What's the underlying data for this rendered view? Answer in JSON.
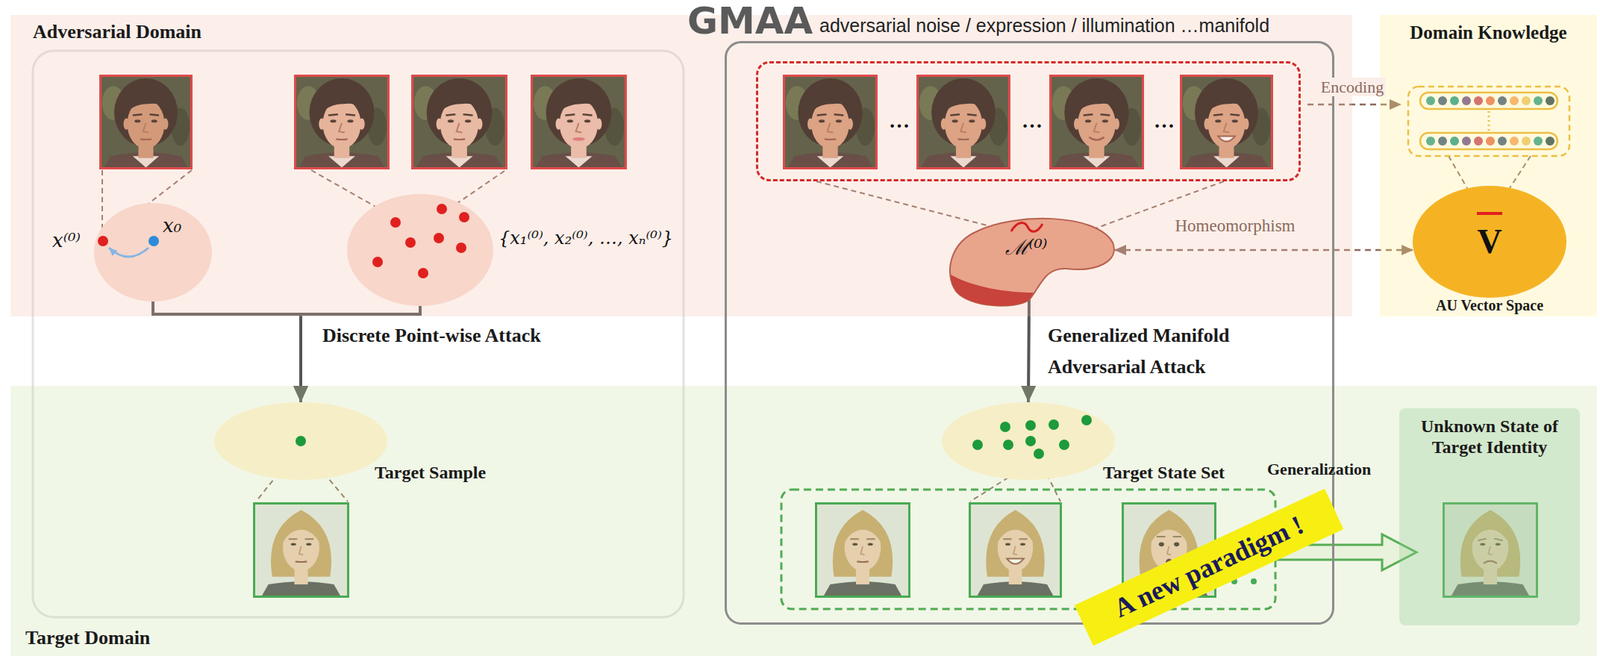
{
  "diagram": {
    "nodes": [
      {
        "text": [
          "Adversarial Domain"
        ]
      },
      {
        "text": [
          "Target Domain"
        ]
      },
      {
        "text": [
          "Domain Knowledge"
        ]
      },
      {
        "text": [
          "GMAA",
          "adversarial noise / expression / illumination …manifold"
        ]
      },
      {
        "text": [
          "x⁽⁰⁾",
          "x₀"
        ],
        "in": 0
      },
      {
        "text": [
          "{x₁⁽⁰⁾, x₂⁽⁰⁾, …, xₙ⁽⁰⁾}"
        ],
        "in": 0
      },
      {
        "text": [
          "Target Sample"
        ],
        "in": 1
      },
      {
        "text": [
          "…",
          "…",
          "…"
        ],
        "in": 3
      },
      {
        "text": [
          "ℳ⁽⁰⁾"
        ],
        "in": 3
      },
      {
        "text": [
          "Target State Set"
        ],
        "in": 3
      },
      {
        "text": [
          "V",
          "AU Vector Space"
        ],
        "in": 2
      },
      {
        "text": [
          "Unknown State of Target Identity"
        ],
        "in": 1
      },
      {
        "text": [
          "A new paradigm !"
        ]
      }
    ],
    "edges": [
      {
        "from": 4,
        "to": 6,
        "arrow": "to",
        "label": "Discrete Point-wise Attack"
      },
      {
        "from": 5,
        "to": 6,
        "arrow": "to"
      },
      {
        "from": 7,
        "to": 8,
        "arrow": "none"
      },
      {
        "from": 7,
        "to": 8,
        "arrow": "none"
      },
      {
        "from": 8,
        "to": 9,
        "arrow": "to",
        "label": "Generalized Manifold Adversarial Attack"
      },
      {
        "from": 8,
        "to": 10,
        "arrow": "both",
        "label": "Homeomorphism"
      }
    ],
    "labels": [
      "Encoding",
      "Generalization"
    ]
  }
}
